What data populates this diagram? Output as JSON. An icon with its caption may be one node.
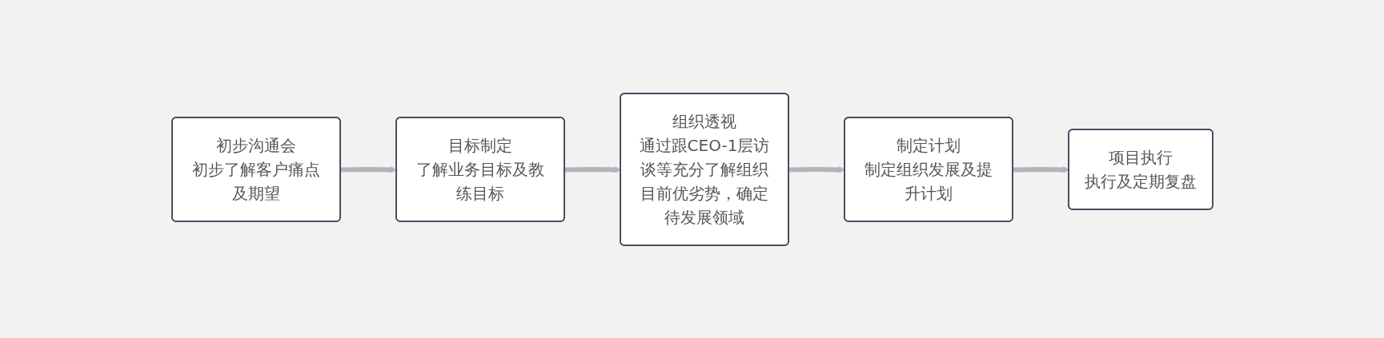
{
  "diagram": {
    "nodes": [
      {
        "text": [
          "初步沟通会",
          "初步了解客户痛点及期望"
        ]
      },
      {
        "text": [
          "目标制定",
          "了解业务目标及教练目标"
        ]
      },
      {
        "text": [
          "组织透视",
          "通过跟CEO-1层访谈等充分了解组织目前优劣势，确定待发展领域"
        ]
      },
      {
        "text": [
          "制定计划",
          "制定组织发展及提升计划"
        ]
      },
      {
        "text": [
          "项目执行",
          "执行及定期复盘"
        ]
      }
    ],
    "edges": [
      {
        "from": 0,
        "to": 1,
        "arrow": "to"
      },
      {
        "from": 1,
        "to": 2,
        "arrow": "to"
      },
      {
        "from": 2,
        "to": 3,
        "arrow": "to"
      },
      {
        "from": 3,
        "to": 4,
        "arrow": "to"
      }
    ]
  }
}
